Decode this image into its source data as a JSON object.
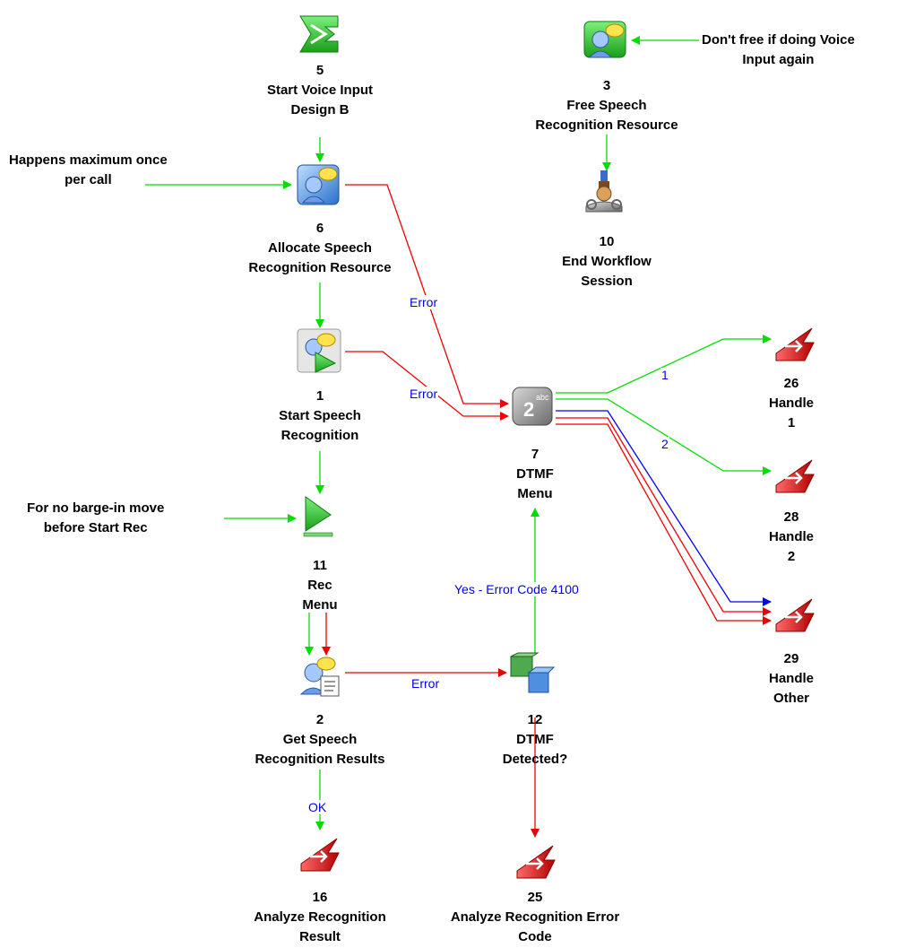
{
  "nodes": [
    {
      "id": "5",
      "lines": [
        "5",
        "Start Voice Input",
        "Design B"
      ],
      "icon": "start-voice-input-icon"
    },
    {
      "id": "3",
      "lines": [
        "3",
        "Free Speech",
        "Recognition Resource"
      ],
      "icon": "speech-resource-icon"
    },
    {
      "id": "10",
      "lines": [
        "10",
        "End Workflow",
        "Session"
      ],
      "icon": "end-session-icon"
    },
    {
      "id": "6",
      "lines": [
        "6",
        "Allocate Speech",
        "Recognition Resource"
      ],
      "icon": "speech-resource-icon"
    },
    {
      "id": "1",
      "lines": [
        "1",
        "Start Speech",
        "Recognition"
      ],
      "icon": "speech-recognition-icon"
    },
    {
      "id": "7",
      "lines": [
        "7",
        "DTMF",
        "Menu"
      ],
      "icon": "dtmf-keypad-icon"
    },
    {
      "id": "26",
      "lines": [
        "26",
        "Handle",
        "1"
      ],
      "icon": "goto-handler-icon"
    },
    {
      "id": "28",
      "lines": [
        "28",
        "Handle",
        "2"
      ],
      "icon": "goto-handler-icon"
    },
    {
      "id": "29",
      "lines": [
        "29",
        "Handle",
        "Other"
      ],
      "icon": "goto-handler-icon"
    },
    {
      "id": "11",
      "lines": [
        "11",
        "Rec",
        "Menu"
      ],
      "icon": "play-menu-icon"
    },
    {
      "id": "2",
      "lines": [
        "2",
        "Get Speech",
        "Recognition Results"
      ],
      "icon": "speech-results-icon"
    },
    {
      "id": "12",
      "lines": [
        "12",
        "DTMF",
        "Detected?"
      ],
      "icon": "decision-cubes-icon"
    },
    {
      "id": "16",
      "lines": [
        "16",
        "Analyze Recognition",
        "Result"
      ],
      "icon": "goto-handler-icon"
    },
    {
      "id": "25",
      "lines": [
        "25",
        "Analyze Recognition Error",
        "Code"
      ],
      "icon": "goto-handler-icon"
    }
  ],
  "notes": [
    {
      "id": "dont-free",
      "lines": [
        "Don't free if doing Voice",
        "Input again"
      ]
    },
    {
      "id": "happens-max",
      "lines": [
        "Happens maximum once",
        "per call"
      ]
    },
    {
      "id": "no-barge-in",
      "lines": [
        "For no barge-in move",
        "before Start Rec"
      ]
    }
  ],
  "edge_labels": {
    "error_6_7": "Error",
    "error_1_7": "Error",
    "branch_1": "1",
    "branch_2": "2",
    "yes_error_code": "Yes - Error Code 4100",
    "error_2_12": "Error",
    "ok": "OK"
  },
  "colors": {
    "success": "#00dd00",
    "error": "#ee0000",
    "other": "#0000ee",
    "label": "#0000ee"
  }
}
